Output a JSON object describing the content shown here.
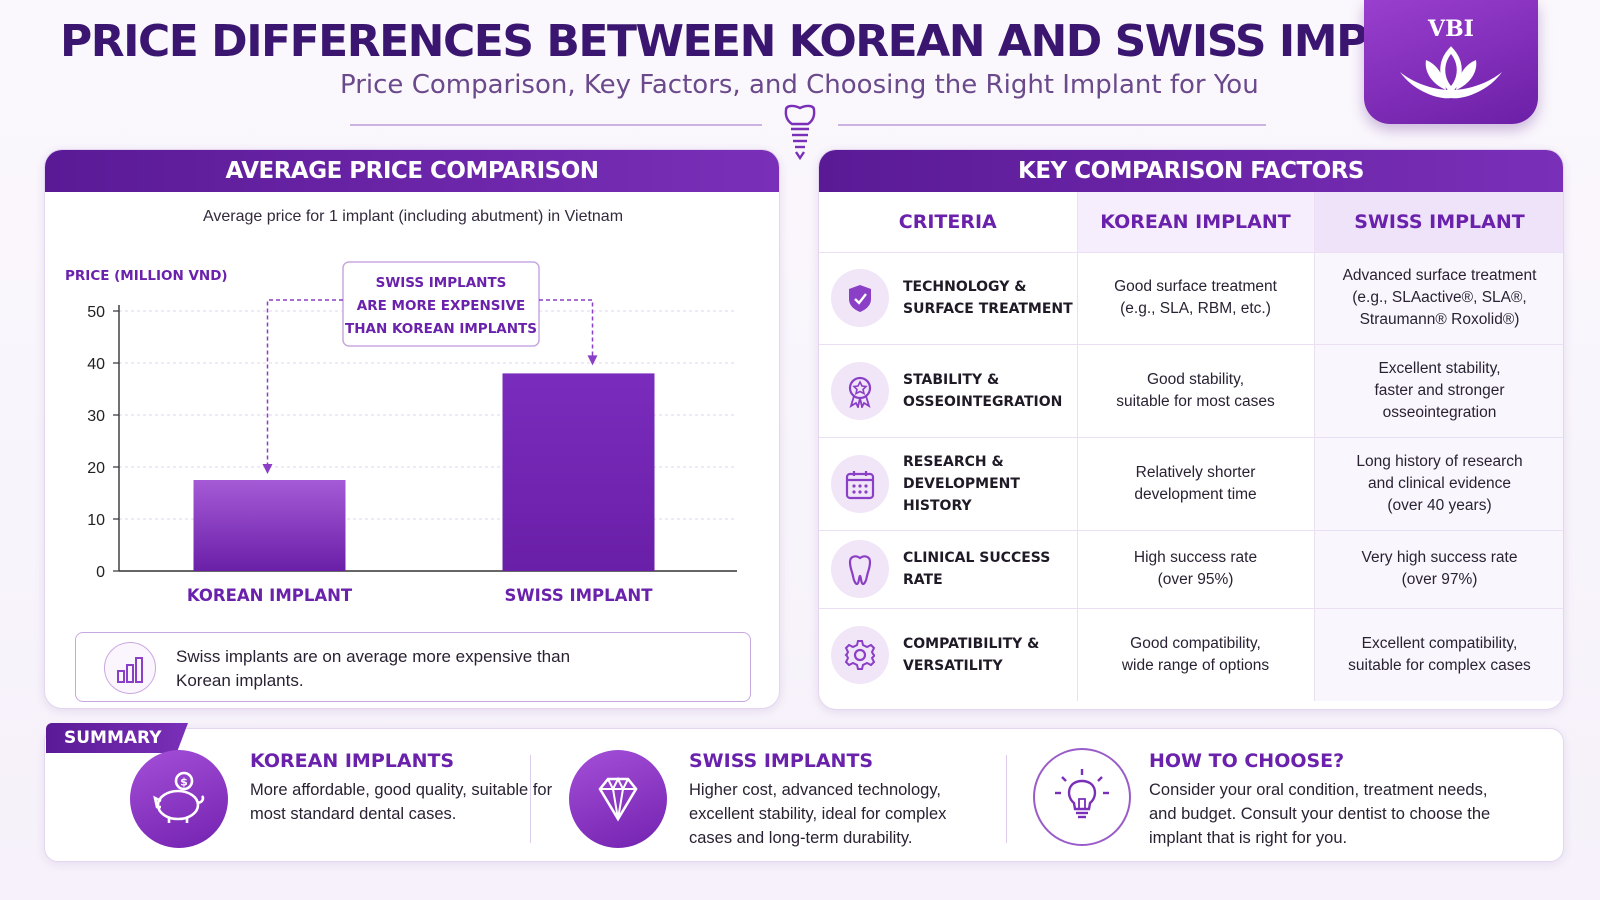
{
  "header": {
    "title": "Price Differences Between Korean and Swiss Implants",
    "subtitle": "Price Comparison, Key Factors, and Choosing the Right Implant for You",
    "logo_text": "VBI"
  },
  "chart_panel": {
    "heading": "AVERAGE PRICE COMPARISON",
    "caption": "Average price for 1 implant (including abutment) in Vietnam",
    "callout": [
      "SWISS IMPLANTS",
      "ARE MORE EXPENSIVE",
      "THAN KOREAN IMPLANTS"
    ],
    "note": "Swiss implants are on average more expensive than Korean implants."
  },
  "chart_data": {
    "type": "bar",
    "categories": [
      "KOREAN IMPLANT",
      "SWISS IMPLANT"
    ],
    "values": [
      17.5,
      38
    ],
    "ylabel": "PRICE (MILLION VND)",
    "ylim": [
      0,
      50
    ],
    "yticks": [
      0,
      10,
      20,
      30,
      40,
      50
    ],
    "grid": true,
    "colors": [
      "#a55bd6",
      "#7a2cbc"
    ]
  },
  "table_panel": {
    "heading": "KEY COMPARISON FACTORS",
    "columns": [
      "CRITERIA",
      "KOREAN IMPLANT",
      "SWISS IMPLANT"
    ],
    "rows": [
      {
        "icon": "shield-icon",
        "criteria": [
          "TECHNOLOGY &",
          "SURFACE TREATMENT"
        ],
        "korean": [
          "Good surface treatment",
          "(e.g., SLA, RBM, etc.)"
        ],
        "swiss": [
          "Advanced surface treatment",
          "(e.g., SLAactive®, SLA®,",
          "Straumann® Roxolid®)"
        ]
      },
      {
        "icon": "award-badge-icon",
        "criteria": [
          "STABILITY &",
          "OSSEOINTEGRATION"
        ],
        "korean": [
          "Good stability,",
          "suitable for most cases"
        ],
        "swiss": [
          "Excellent stability,",
          "faster and stronger",
          "osseointegration"
        ]
      },
      {
        "icon": "calendar-icon",
        "criteria": [
          "RESEARCH &",
          "DEVELOPMENT HISTORY"
        ],
        "korean": [
          "Relatively shorter",
          "development time"
        ],
        "swiss": [
          "Long history of research",
          "and clinical evidence",
          "(over 40 years)"
        ]
      },
      {
        "icon": "tooth-icon",
        "criteria": [
          "CLINICAL SUCCESS RATE"
        ],
        "korean": [
          "High success rate",
          "(over 95%)"
        ],
        "swiss": [
          "Very high success rate",
          "(over 97%)"
        ]
      },
      {
        "icon": "gear-icon",
        "criteria": [
          "COMPATIBILITY &",
          "VERSATILITY"
        ],
        "korean": [
          "Good compatibility,",
          "wide range of options"
        ],
        "swiss": [
          "Excellent compatibility,",
          "suitable for complex cases"
        ]
      }
    ]
  },
  "summary": {
    "tag": "SUMMARY",
    "items": [
      {
        "icon": "piggy-bank-icon",
        "title": "KOREAN IMPLANTS",
        "text": "More affordable, good quality, suitable for most standard dental cases."
      },
      {
        "icon": "diamond-icon",
        "title": "SWISS IMPLANTS",
        "text": "Higher cost, advanced technology, excellent stability, ideal for complex cases and long-term durability."
      },
      {
        "icon": "lightbulb-icon",
        "title": "HOW TO CHOOSE?",
        "text": "Consider your oral condition, treatment needs, and budget. Consult your dentist to choose the implant that is right for you."
      }
    ]
  },
  "colors": {
    "primary": "#5a1a96",
    "accent": "#7a2fb8",
    "title": "#3a1670"
  }
}
